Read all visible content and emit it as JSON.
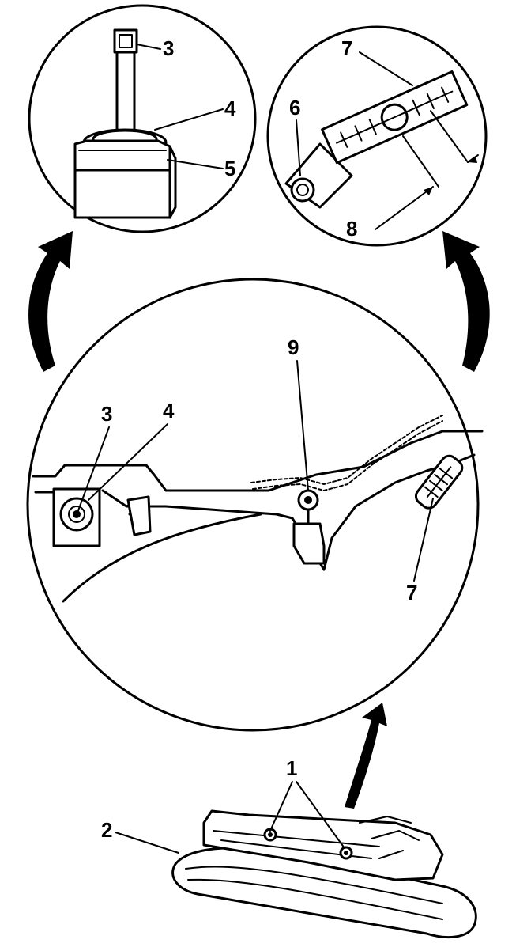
{
  "callouts": {
    "c1": "1",
    "c2": "2",
    "c3_top": "3",
    "c4_top": "4",
    "c5": "5",
    "c6": "6",
    "c7_top": "7",
    "c8": "8",
    "c9": "9",
    "c3_mid": "3",
    "c4_mid": "4",
    "c7_mid": "7"
  },
  "style": {
    "ink": "#000000",
    "paper": "#ffffff"
  }
}
